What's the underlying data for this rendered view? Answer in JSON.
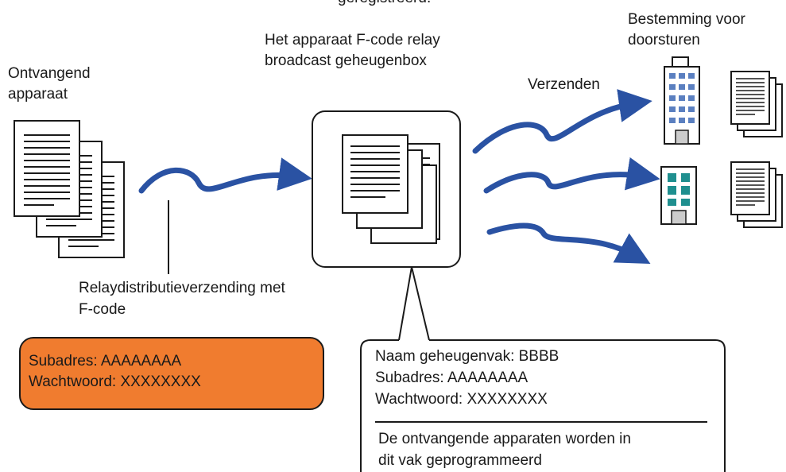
{
  "labels": {
    "top_cut": "geregistreerd.",
    "receiver": [
      "Ontvangend",
      "apparaat"
    ],
    "device": [
      "Het apparaat F-code relay",
      "broadcast geheugenbox"
    ],
    "destination": [
      "Bestemming voor",
      "doorsturen"
    ],
    "send": "Verzenden",
    "relay": [
      "Relaydistributieverzending met",
      "F-code"
    ]
  },
  "orange_box": {
    "subaddress": "Subadres: AAAAAAAA",
    "password": "Wachtwoord: XXXXXXXX"
  },
  "callout": {
    "name": "Naam geheugenvak: BBBB",
    "subaddress": "Subadres: AAAAAAAA",
    "password": "Wachtwoord: XXXXXXXX",
    "note": [
      "De ontvangende apparaten worden in",
      "dit vak geprogrammeerd"
    ]
  },
  "colors": {
    "arrow": "#2a52a3",
    "orange_box": "#f07c2f",
    "building_window": "#5a7fc0",
    "building_glass": "#1f8f8f"
  },
  "icons": [
    "document-stack-icon",
    "memory-box-icon",
    "office-building-icon",
    "curved-arrow-icon"
  ]
}
